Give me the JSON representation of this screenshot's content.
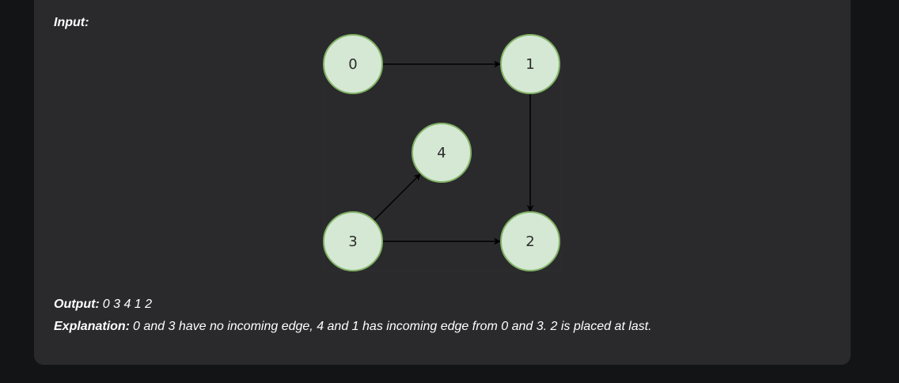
{
  "input_label": "Input:",
  "output": {
    "label": "Output:",
    "value": "0 3 4 1 2"
  },
  "explanation": {
    "label": "Explanation:",
    "value": "0 and 3 have no incoming edge, 4 and 1 has incoming edge from 0 and 3. 2 is placed at last."
  },
  "graph": {
    "nodes": [
      {
        "id": "0",
        "label": "0"
      },
      {
        "id": "1",
        "label": "1"
      },
      {
        "id": "2",
        "label": "2"
      },
      {
        "id": "3",
        "label": "3"
      },
      {
        "id": "4",
        "label": "4"
      }
    ],
    "edges": [
      {
        "from": "0",
        "to": "1"
      },
      {
        "from": "1",
        "to": "2"
      },
      {
        "from": "3",
        "to": "2"
      },
      {
        "from": "3",
        "to": "4"
      }
    ],
    "colors": {
      "node_fill": "#d5e8d4",
      "node_stroke": "#82b366",
      "edge": "#000000",
      "card_background": "#2a2a2c",
      "page_background": "#131416",
      "text": "#ffffff"
    }
  }
}
